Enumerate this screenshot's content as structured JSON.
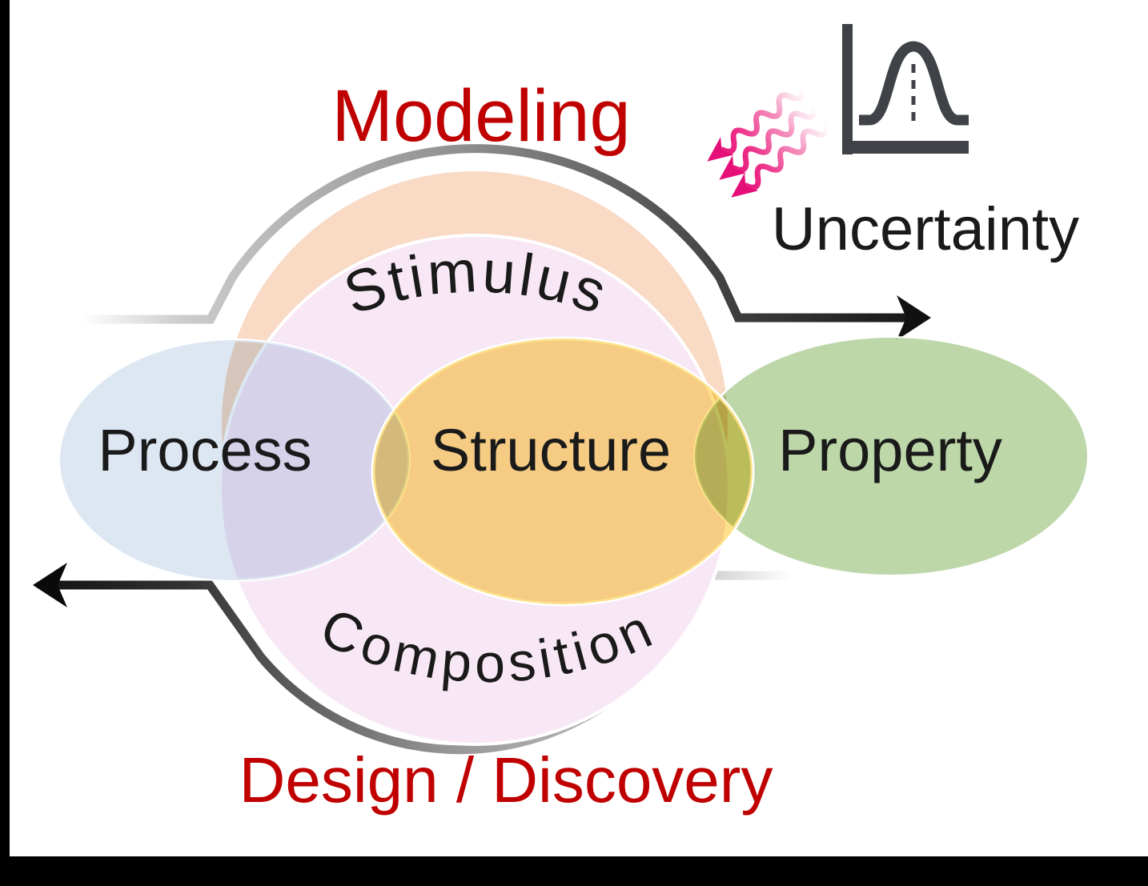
{
  "diagram": {
    "modeling_label": "Modeling",
    "uncertainty_label": "Uncertainty",
    "design_discovery_label": "Design / Discovery",
    "venn": {
      "stimulus": "Stimulus",
      "composition": "Composition",
      "process": "Process",
      "structure": "Structure",
      "property": "Property"
    },
    "colors": {
      "accent_red": "#C00000",
      "stimulus_fill": "#F8DAC5",
      "composition_fill": "#F8E8F6",
      "process_fill": "#DCE7F2",
      "structure_fill": "#FDE189",
      "property_fill": "#BDD7A9",
      "label_black": "#1A1A1A",
      "icon_gray": "#3F4347",
      "uncertainty_magenta": "#E8137B"
    }
  }
}
